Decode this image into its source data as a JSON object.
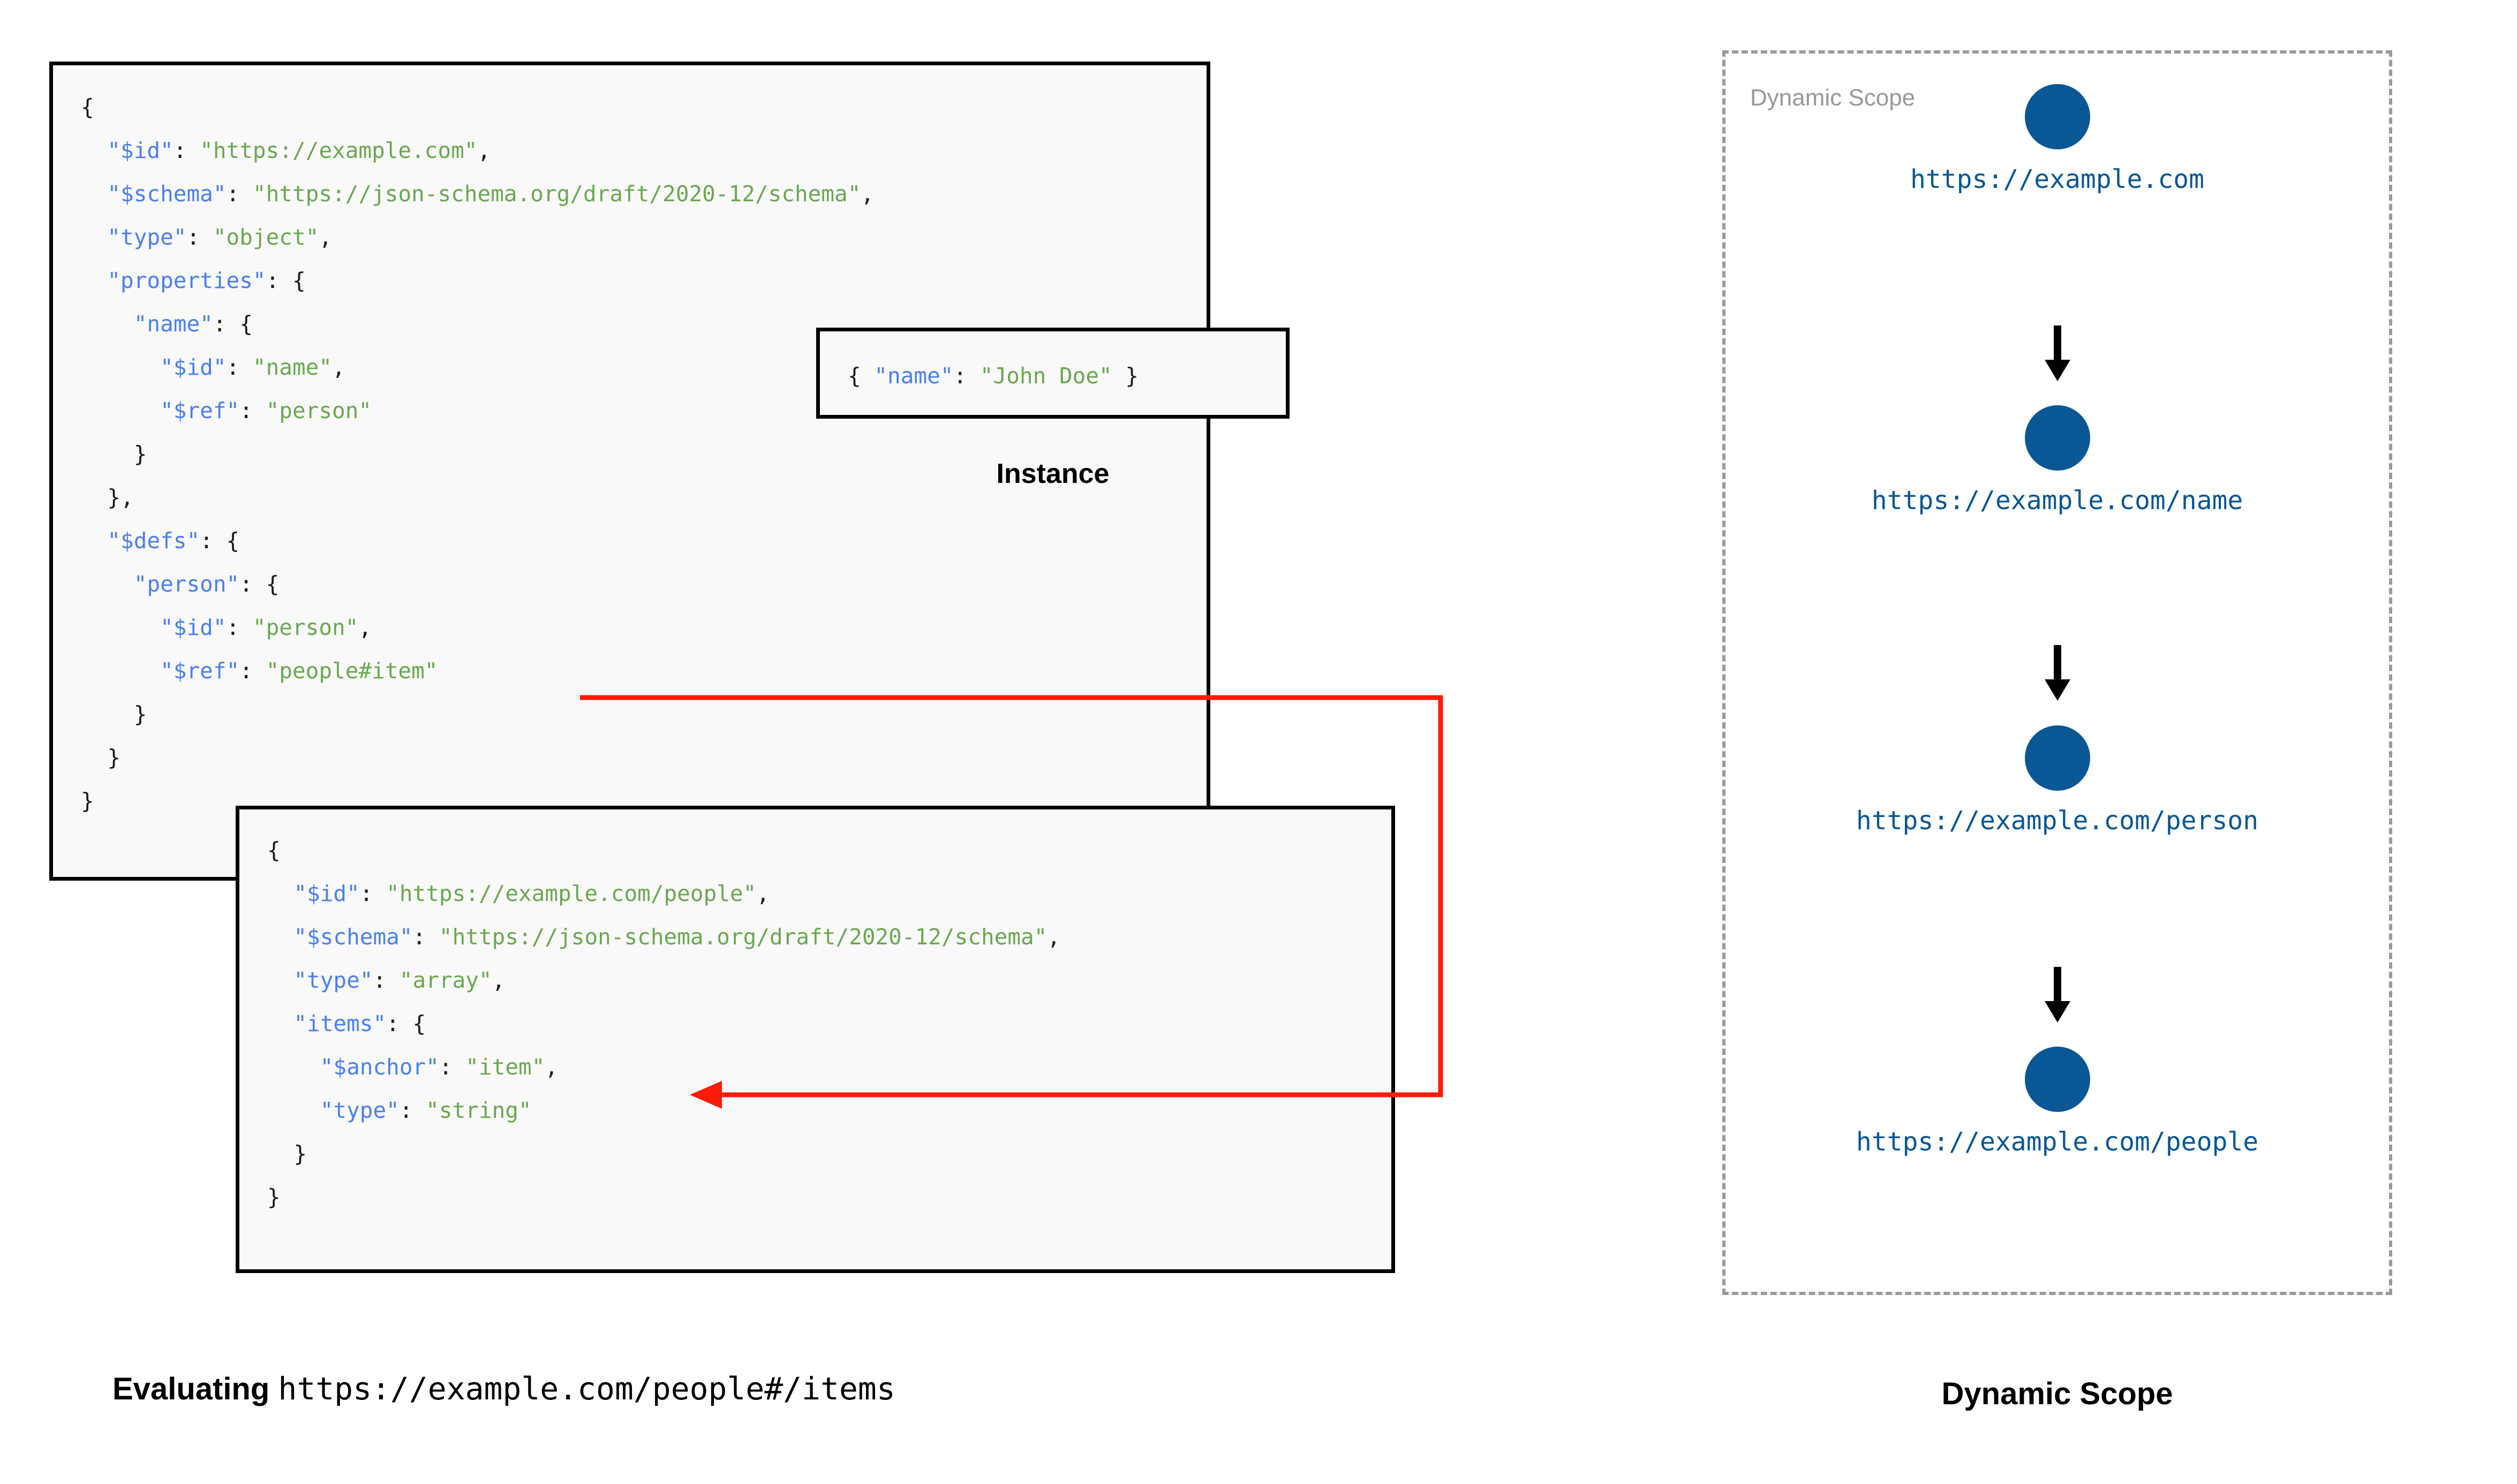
{
  "schema_root": {
    "lines": [
      {
        "indent": 0,
        "parts": [
          {
            "t": "{",
            "c": "p"
          }
        ]
      },
      {
        "indent": 1,
        "parts": [
          {
            "t": "\"$id\"",
            "c": "k"
          },
          {
            "t": ": ",
            "c": "p"
          },
          {
            "t": "\"https://example.com\"",
            "c": "s"
          },
          {
            "t": ",",
            "c": "p"
          }
        ]
      },
      {
        "indent": 1,
        "parts": [
          {
            "t": "\"$schema\"",
            "c": "k"
          },
          {
            "t": ": ",
            "c": "p"
          },
          {
            "t": "\"https://json-schema.org/draft/2020-12/schema\"",
            "c": "s"
          },
          {
            "t": ",",
            "c": "p"
          }
        ]
      },
      {
        "indent": 1,
        "parts": [
          {
            "t": "\"type\"",
            "c": "k"
          },
          {
            "t": ": ",
            "c": "p"
          },
          {
            "t": "\"object\"",
            "c": "s"
          },
          {
            "t": ",",
            "c": "p"
          }
        ]
      },
      {
        "indent": 1,
        "parts": [
          {
            "t": "\"properties\"",
            "c": "k"
          },
          {
            "t": ": {",
            "c": "p"
          }
        ]
      },
      {
        "indent": 2,
        "parts": [
          {
            "t": "\"name\"",
            "c": "k"
          },
          {
            "t": ": {",
            "c": "p"
          }
        ]
      },
      {
        "indent": 3,
        "parts": [
          {
            "t": "\"$id\"",
            "c": "k"
          },
          {
            "t": ": ",
            "c": "p"
          },
          {
            "t": "\"name\"",
            "c": "s"
          },
          {
            "t": ",",
            "c": "p"
          }
        ]
      },
      {
        "indent": 3,
        "parts": [
          {
            "t": "\"$ref\"",
            "c": "k"
          },
          {
            "t": ": ",
            "c": "p"
          },
          {
            "t": "\"person\"",
            "c": "s"
          }
        ]
      },
      {
        "indent": 2,
        "parts": [
          {
            "t": "}",
            "c": "p"
          }
        ]
      },
      {
        "indent": 1,
        "parts": [
          {
            "t": "},",
            "c": "p"
          }
        ]
      },
      {
        "indent": 1,
        "parts": [
          {
            "t": "\"$defs\"",
            "c": "k"
          },
          {
            "t": ": {",
            "c": "p"
          }
        ]
      },
      {
        "indent": 2,
        "parts": [
          {
            "t": "\"person\"",
            "c": "k"
          },
          {
            "t": ": {",
            "c": "p"
          }
        ]
      },
      {
        "indent": 3,
        "parts": [
          {
            "t": "\"$id\"",
            "c": "k"
          },
          {
            "t": ": ",
            "c": "p"
          },
          {
            "t": "\"person\"",
            "c": "s"
          },
          {
            "t": ",",
            "c": "p"
          }
        ]
      },
      {
        "indent": 3,
        "parts": [
          {
            "t": "\"$ref\"",
            "c": "k"
          },
          {
            "t": ": ",
            "c": "p"
          },
          {
            "t": "\"people#item\"",
            "c": "s"
          }
        ]
      },
      {
        "indent": 2,
        "parts": [
          {
            "t": "}",
            "c": "p"
          }
        ]
      },
      {
        "indent": 1,
        "parts": [
          {
            "t": "}",
            "c": "p"
          }
        ]
      },
      {
        "indent": 0,
        "parts": [
          {
            "t": "}",
            "c": "p"
          }
        ]
      }
    ]
  },
  "instance": {
    "caption": "Instance",
    "lines": [
      {
        "indent": 0,
        "parts": [
          {
            "t": "{ ",
            "c": "p"
          },
          {
            "t": "\"name\"",
            "c": "k"
          },
          {
            "t": ": ",
            "c": "p"
          },
          {
            "t": "\"John Doe\"",
            "c": "s"
          },
          {
            "t": " }",
            "c": "p"
          }
        ]
      }
    ]
  },
  "schema_people": {
    "lines": [
      {
        "indent": 0,
        "parts": [
          {
            "t": "{",
            "c": "p"
          }
        ]
      },
      {
        "indent": 1,
        "parts": [
          {
            "t": "\"$id\"",
            "c": "k"
          },
          {
            "t": ": ",
            "c": "p"
          },
          {
            "t": "\"https://example.com/people\"",
            "c": "s"
          },
          {
            "t": ",",
            "c": "p"
          }
        ]
      },
      {
        "indent": 1,
        "parts": [
          {
            "t": "\"$schema\"",
            "c": "k"
          },
          {
            "t": ": ",
            "c": "p"
          },
          {
            "t": "\"https://json-schema.org/draft/2020-12/schema\"",
            "c": "s"
          },
          {
            "t": ",",
            "c": "p"
          }
        ]
      },
      {
        "indent": 1,
        "parts": [
          {
            "t": "\"type\"",
            "c": "k"
          },
          {
            "t": ": ",
            "c": "p"
          },
          {
            "t": "\"array\"",
            "c": "s"
          },
          {
            "t": ",",
            "c": "p"
          }
        ]
      },
      {
        "indent": 1,
        "parts": [
          {
            "t": "\"items\"",
            "c": "k"
          },
          {
            "t": ": {",
            "c": "p"
          }
        ]
      },
      {
        "indent": 2,
        "parts": [
          {
            "t": "\"$anchor\"",
            "c": "k"
          },
          {
            "t": ": ",
            "c": "p"
          },
          {
            "t": "\"item\"",
            "c": "s"
          },
          {
            "t": ",",
            "c": "p"
          }
        ]
      },
      {
        "indent": 2,
        "parts": [
          {
            "t": "\"type\"",
            "c": "k"
          },
          {
            "t": ": ",
            "c": "p"
          },
          {
            "t": "\"string\"",
            "c": "s"
          }
        ]
      },
      {
        "indent": 1,
        "parts": [
          {
            "t": "}",
            "c": "p"
          }
        ]
      },
      {
        "indent": 0,
        "parts": [
          {
            "t": "}",
            "c": "p"
          }
        ]
      }
    ]
  },
  "evaluating_caption": {
    "label": "Evaluating",
    "uri": "https://example.com/people#/items"
  },
  "dynamic_scope": {
    "inner_label": "Dynamic Scope",
    "caption": "Dynamic Scope",
    "nodes": [
      {
        "label": "https://example.com"
      },
      {
        "label": "https://example.com/name"
      },
      {
        "label": "https://example.com/person"
      },
      {
        "label": "https://example.com/people"
      }
    ]
  },
  "colors": {
    "json_key": "#4a7ff0",
    "json_string": "#6aa84f",
    "node_blue": "#0a5795",
    "ref_arrow_red": "#fb1b0a",
    "dashed_border": "#9a9a9a",
    "scope_label_gray": "#999999",
    "code_bg": "#f9f9f9"
  }
}
